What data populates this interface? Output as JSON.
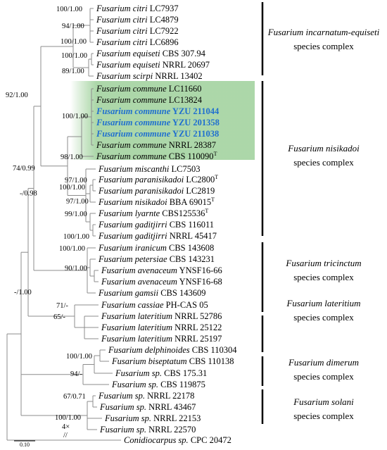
{
  "taxa": [
    {
      "genus": "Fusarium",
      "epithet": "citri",
      "strain": "LC7937",
      "type": false,
      "highlight": false
    },
    {
      "genus": "Fusarium",
      "epithet": "citri",
      "strain": "LC4879",
      "type": false,
      "highlight": false
    },
    {
      "genus": "Fusarium",
      "epithet": "citri",
      "strain": "LC7922",
      "type": false,
      "highlight": false
    },
    {
      "genus": "Fusarium",
      "epithet": "citri",
      "strain": "LC6896",
      "type": false,
      "highlight": false
    },
    {
      "genus": "Fusarium",
      "epithet": "equiseti",
      "strain": "CBS 307.94",
      "type": false,
      "highlight": false
    },
    {
      "genus": "Fusarium",
      "epithet": "equiseti",
      "strain": "NRRL 20697",
      "type": false,
      "highlight": false
    },
    {
      "genus": "Fusarium",
      "epithet": "scirpi",
      "strain": "NRRL 13402",
      "type": false,
      "highlight": false
    },
    {
      "genus": "Fusarium",
      "epithet": "commune",
      "strain": "LC11660",
      "type": false,
      "highlight": false
    },
    {
      "genus": "Fusarium",
      "epithet": "commune",
      "strain": "LC13824",
      "type": false,
      "highlight": false
    },
    {
      "genus": "Fusarium",
      "epithet": "commune",
      "strain": "YZU 211044",
      "type": false,
      "highlight": true
    },
    {
      "genus": "Fusarium",
      "epithet": "commune",
      "strain": "YZU 201358",
      "type": false,
      "highlight": true
    },
    {
      "genus": "Fusarium",
      "epithet": "commune",
      "strain": "YZU 211038",
      "type": false,
      "highlight": true
    },
    {
      "genus": "Fusarium",
      "epithet": "commune",
      "strain": "NRRL 28387",
      "type": false,
      "highlight": false
    },
    {
      "genus": "Fusarium",
      "epithet": "commune",
      "strain": "CBS 110090",
      "type": true,
      "highlight": false
    },
    {
      "genus": "Fusarium",
      "epithet": "miscanthi",
      "strain": "LC7503",
      "type": false,
      "highlight": false
    },
    {
      "genus": "Fusarium",
      "epithet": "paranisikadoi",
      "strain": "LC2800",
      "type": true,
      "highlight": false
    },
    {
      "genus": "Fusarium",
      "epithet": "paranisikadoi",
      "strain": "LC2819",
      "type": false,
      "highlight": false
    },
    {
      "genus": "Fusarium",
      "epithet": "nisikadoi",
      "strain": "BBA 69015",
      "type": true,
      "highlight": false
    },
    {
      "genus": "Fusarium",
      "epithet": "lyarnte",
      "strain": "CBS125536",
      "type": true,
      "highlight": false
    },
    {
      "genus": "Fusarium",
      "epithet": "gaditjirri",
      "strain": "CBS 116011",
      "type": false,
      "highlight": false
    },
    {
      "genus": "Fusarium",
      "epithet": "gaditjirri",
      "strain": "NRRL 45417",
      "type": false,
      "highlight": false
    },
    {
      "genus": "Fusarium",
      "epithet": "iranicum",
      "strain": "CBS 143608",
      "type": false,
      "highlight": false
    },
    {
      "genus": "Fusarium",
      "epithet": "petersiae",
      "strain": "CBS 143231",
      "type": false,
      "highlight": false
    },
    {
      "genus": "Fusarium",
      "epithet": "avenaceum",
      "strain": "YNSF16-66",
      "type": false,
      "highlight": false
    },
    {
      "genus": "Fusarium",
      "epithet": "avenaceum",
      "strain": "YNSF16-68",
      "type": false,
      "highlight": false
    },
    {
      "genus": "Fusarium",
      "epithet": "gamsii",
      "strain": "CBS 143609",
      "type": false,
      "highlight": false
    },
    {
      "genus": "Fusarium",
      "epithet": "cassiae",
      "strain": "PH-CAS 05",
      "type": false,
      "highlight": false
    },
    {
      "genus": "Fusarium",
      "epithet": "lateritium",
      "strain": "NRRL 52786",
      "type": false,
      "highlight": false
    },
    {
      "genus": "Fusarium",
      "epithet": "lateritium",
      "strain": "NRRL 25122",
      "type": false,
      "highlight": false
    },
    {
      "genus": "Fusarium",
      "epithet": "lateritium",
      "strain": "NRRL 25197",
      "type": false,
      "highlight": false
    },
    {
      "genus": "Fusarium",
      "epithet": "delphinoides",
      "strain": "CBS 110304",
      "type": false,
      "highlight": false
    },
    {
      "genus": "Fusarium",
      "epithet": "biseptatum",
      "strain": "CBS 110138",
      "type": false,
      "highlight": false
    },
    {
      "genus": "Fusarium",
      "epithet": "sp.",
      "strain": "CBS 175.31",
      "type": false,
      "highlight": false
    },
    {
      "genus": "Fusarium",
      "epithet": "sp.",
      "strain": "CBS 119875",
      "type": false,
      "highlight": false
    },
    {
      "genus": "Fusarium",
      "epithet": "sp.",
      "strain": "NRRL 22178",
      "type": false,
      "highlight": false
    },
    {
      "genus": "Fusarium",
      "epithet": "sp.",
      "strain": "NRRL 43467",
      "type": false,
      "highlight": false
    },
    {
      "genus": "Fusarium",
      "epithet": "sp.",
      "strain": "NRRL 22153",
      "type": false,
      "highlight": false
    },
    {
      "genus": "Fusarium",
      "epithet": "sp.",
      "strain": "NRRL 22570",
      "type": false,
      "highlight": false
    },
    {
      "genus": "Conidiocarpus",
      "epithet": "sp.",
      "strain": "CPC 20472",
      "type": false,
      "highlight": false
    }
  ],
  "type_marker": "T",
  "node_supports": [
    "100/1.00",
    "94/1.00",
    "100/1.00",
    "100/1.00",
    "89/1.00",
    "92/1.00",
    "100/1.00",
    "98/1.00",
    "97/1.00",
    "100/1.00",
    "97/1.00",
    "99/1.00",
    "100/1.00",
    "74/0.99",
    "100/1.00",
    "90/1.00",
    "-/0.98",
    "71/-",
    "65/-",
    "-/1.00",
    "100/1.00",
    "94/-",
    "67/0.71",
    "100/1.00"
  ],
  "species_complexes": [
    {
      "genus": "Fusarium",
      "epithet": "incarnatum-equiseti",
      "suffix": "species complex"
    },
    {
      "genus": "Fusarium",
      "epithet": "nisikadoi",
      "suffix": "species complex"
    },
    {
      "genus": "Fusarium",
      "epithet": "tricinctum",
      "suffix": "species complex"
    },
    {
      "genus": "Fusarium",
      "epithet": "lateritium",
      "suffix": "species complex"
    },
    {
      "genus": "Fusarium",
      "epithet": "dimerum",
      "suffix": "species complex"
    },
    {
      "genus": "Fusarium",
      "epithet": "solani",
      "suffix": "species complex"
    }
  ],
  "truncation_label": "4×",
  "truncation_mark": "//",
  "scale_bar_label": "0.10",
  "colors": {
    "highlight_text": "#1f6fcf",
    "highlight_box": "#9ed09a",
    "branch": "#8c8c8c",
    "bar": "#000000"
  }
}
